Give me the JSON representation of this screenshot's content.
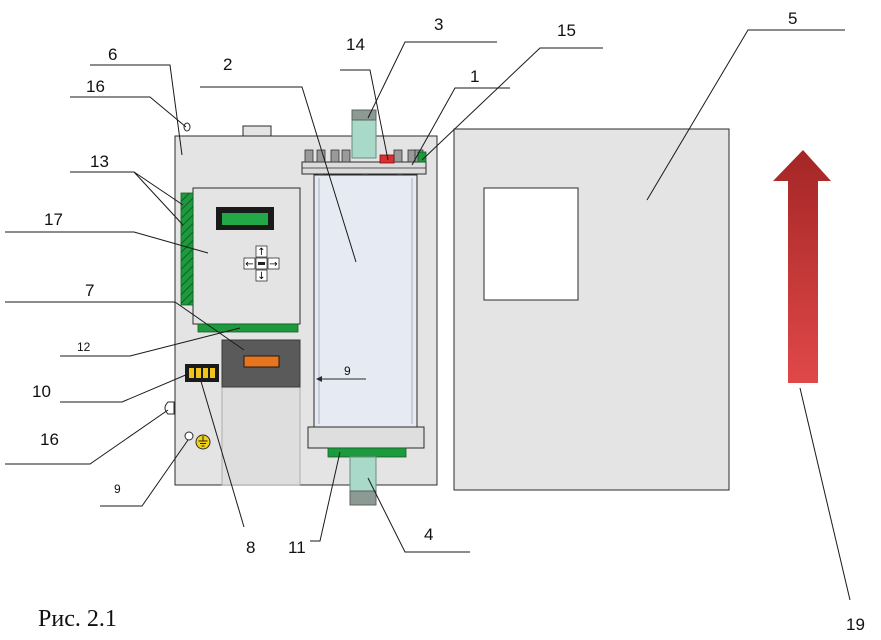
{
  "figure": {
    "caption": "Рис. 2.1",
    "labels": {
      "l1": "1",
      "l2": "2",
      "l3": "3",
      "l4": "4",
      "l5": "5",
      "l6": "6",
      "l7": "7",
      "l8": "8",
      "l9a": "9",
      "l9b": "9",
      "l10": "10",
      "l11": "11",
      "l12": "12",
      "l13": "13",
      "l14": "14",
      "l15": "15",
      "l16a": "16",
      "l16b": "16",
      "l17": "17",
      "l19": "19"
    },
    "keypad": {
      "up": "↑",
      "down": "↓",
      "left": "←",
      "right": "→"
    }
  },
  "colors": {
    "cabinet": "#e4e4e4",
    "outline": "#2b2b2b",
    "column": "#e6eaf2",
    "accent_green": "#1e9a3e",
    "pipe": "#a9d9c8",
    "display_orange": "#e8751e",
    "arrow_top": "#b02a2a",
    "arrow_bottom": "#df4545"
  }
}
